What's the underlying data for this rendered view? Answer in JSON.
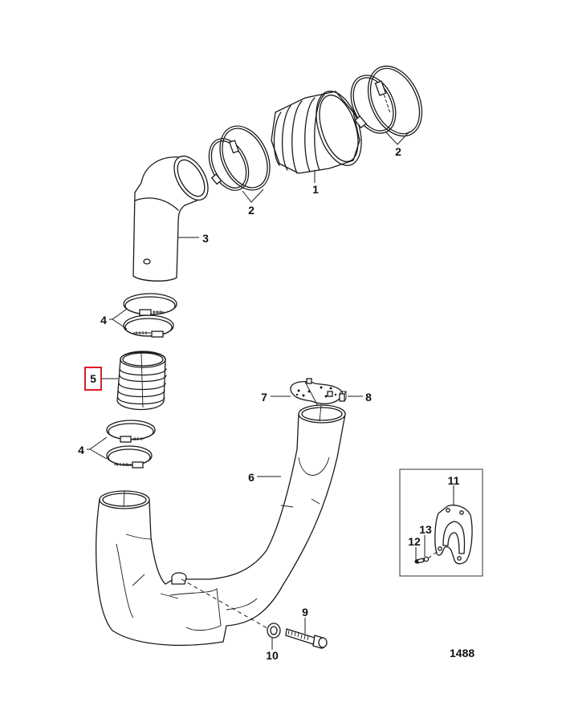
{
  "diagram": {
    "figure_number": "1488",
    "highlighted_callout": "5",
    "highlight_color": "#e01b24",
    "callouts": [
      {
        "id": "1",
        "part": "exhaust-bellows-upper"
      },
      {
        "id": "2a",
        "label": "2",
        "part": "hose-clamp-pair-left"
      },
      {
        "id": "2b",
        "label": "2",
        "part": "hose-clamp-pair-right"
      },
      {
        "id": "3",
        "part": "exhaust-elbow-pipe"
      },
      {
        "id": "4a",
        "label": "4",
        "part": "hose-clamp-pair-upper"
      },
      {
        "id": "4b",
        "label": "4",
        "part": "hose-clamp-pair-lower"
      },
      {
        "id": "5",
        "part": "exhaust-bellows-lower"
      },
      {
        "id": "6",
        "part": "exhaust-y-pipe"
      },
      {
        "id": "7",
        "part": "flapper-valve"
      },
      {
        "id": "8",
        "part": "retainer-clip"
      },
      {
        "id": "9",
        "part": "bolt"
      },
      {
        "id": "10",
        "part": "washer"
      },
      {
        "id": "11",
        "part": "plate"
      },
      {
        "id": "12",
        "part": "screw"
      },
      {
        "id": "13",
        "part": "washer-small"
      }
    ],
    "labels": {
      "c1": "1",
      "c2a": "2",
      "c2b": "2",
      "c3": "3",
      "c4a": "4",
      "c4b": "4",
      "c5": "5",
      "c6": "6",
      "c7": "7",
      "c8": "8",
      "c9": "9",
      "c10": "10",
      "c11": "11",
      "c12": "12",
      "c13": "13"
    }
  }
}
